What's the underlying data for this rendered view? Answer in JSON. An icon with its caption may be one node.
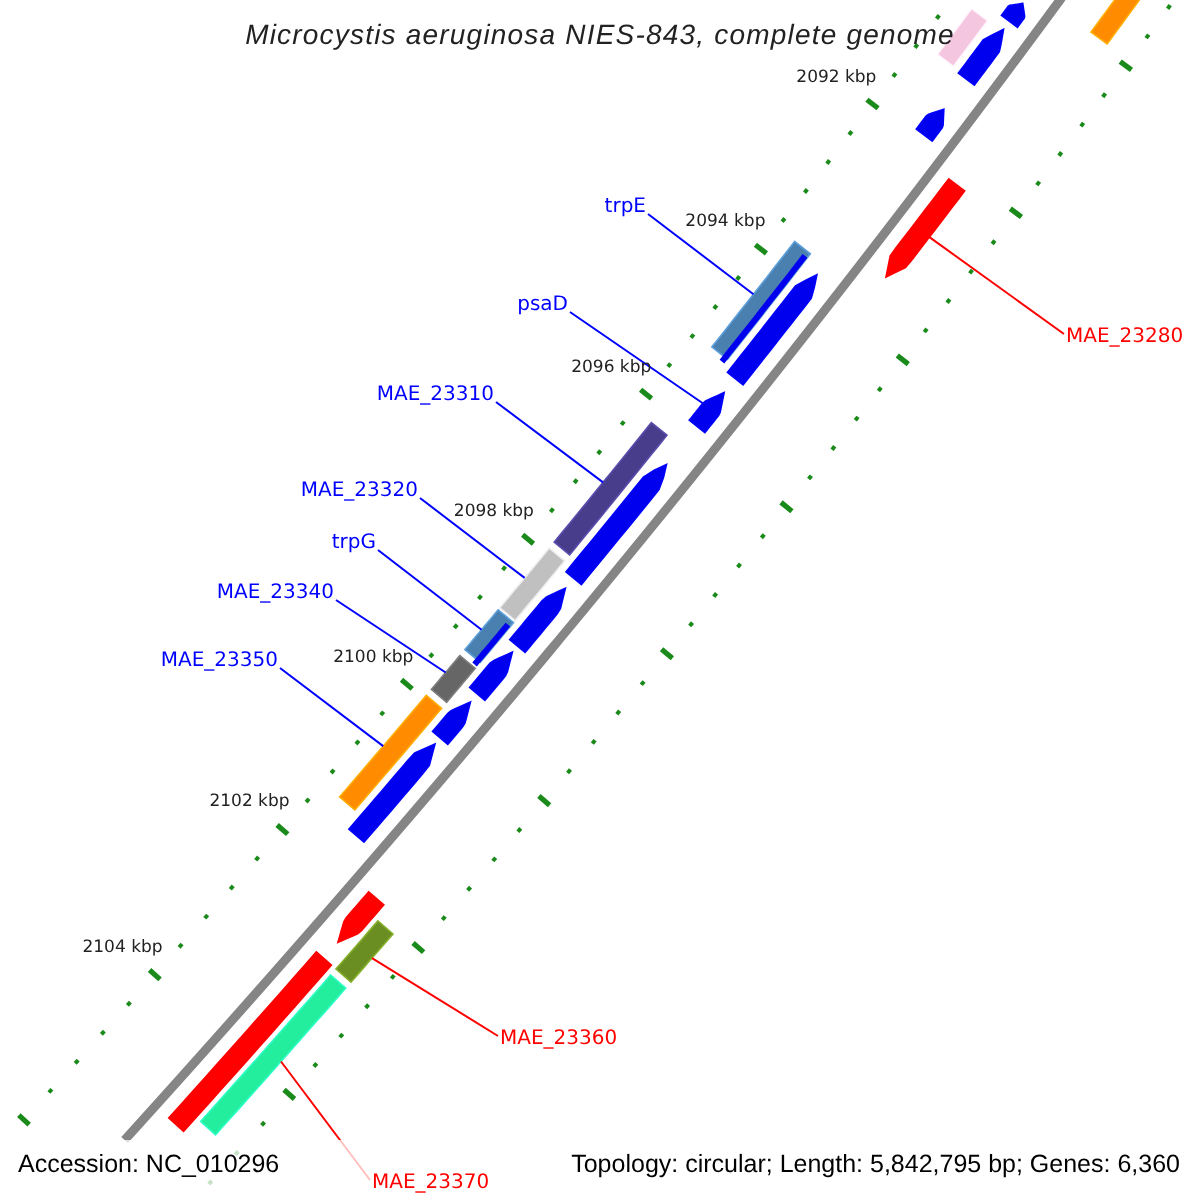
{
  "diagram": {
    "title": "Microcystis aeruginosa NIES-843, complete genome",
    "nodes": [
      {
        "text": [
          "trpE"
        ]
      },
      {
        "text": [],
        "shape": "bar"
      },
      {
        "text": [
          "psaD"
        ]
      },
      {
        "text": [],
        "shape": "bar"
      },
      {
        "text": [
          "MAE_23310"
        ]
      },
      {
        "text": [],
        "shape": "bar"
      },
      {
        "text": [
          "MAE_23320"
        ]
      },
      {
        "text": [],
        "shape": "bar"
      },
      {
        "text": [
          "trpG"
        ]
      },
      {
        "text": [],
        "shape": "bar"
      },
      {
        "text": [
          "MAE_23340"
        ]
      },
      {
        "text": [],
        "shape": "bar"
      },
      {
        "text": [
          "MAE_23350"
        ]
      },
      {
        "text": [],
        "shape": "bar"
      },
      {
        "text": [
          "MAE_23280"
        ]
      },
      {
        "text": [],
        "shape": "bar"
      },
      {
        "text": [
          "MAE_23360"
        ]
      },
      {
        "text": [],
        "shape": "bar"
      },
      {
        "text": [
          "MAE_23370"
        ]
      },
      {
        "text": [],
        "shape": "bar"
      },
      {
        "text": [],
        "shape": "bar"
      },
      {
        "text": [],
        "shape": "bar"
      },
      {
        "text": [],
        "shape": "bar"
      },
      {
        "text": [],
        "shape": "bar"
      },
      {
        "text": [],
        "shape": "bar"
      },
      {
        "text": [],
        "shape": "bar"
      },
      {
        "text": [],
        "shape": "bar"
      },
      {
        "text": [],
        "shape": "bar"
      },
      {
        "text": [],
        "shape": "bar"
      },
      {
        "text": [],
        "shape": "bar"
      },
      {
        "text": [],
        "shape": "bar"
      },
      {
        "text": [],
        "shape": "bar"
      },
      {
        "text": [],
        "shape": "bar"
      }
    ],
    "edges": [
      {
        "from": 0,
        "to": 1,
        "arrow": "none"
      },
      {
        "from": 2,
        "to": 3,
        "arrow": "none"
      },
      {
        "from": 4,
        "to": 5,
        "arrow": "none"
      },
      {
        "from": 6,
        "to": 7,
        "arrow": "none"
      },
      {
        "from": 8,
        "to": 9,
        "arrow": "none"
      },
      {
        "from": 10,
        "to": 11,
        "arrow": "none"
      },
      {
        "from": 12,
        "to": 13,
        "arrow": "none"
      },
      {
        "from": 14,
        "to": 15,
        "arrow": "none",
        "color": "#ff0000"
      },
      {
        "from": 16,
        "to": 17,
        "arrow": "none",
        "color": "#ff0000"
      },
      {
        "from": 18,
        "to": 19,
        "arrow": "none",
        "color": "#ff0000"
      }
    ],
    "labels": [
      "2092 kbp",
      "2094 kbp",
      "2096 kbp",
      "2098 kbp",
      "2100 kbp",
      "2102 kbp",
      "2104 kbp",
      "Accession: NC_010296",
      "Topology: circular; Length: 5,842,795 bp; Genes: 6,360"
    ]
  }
}
